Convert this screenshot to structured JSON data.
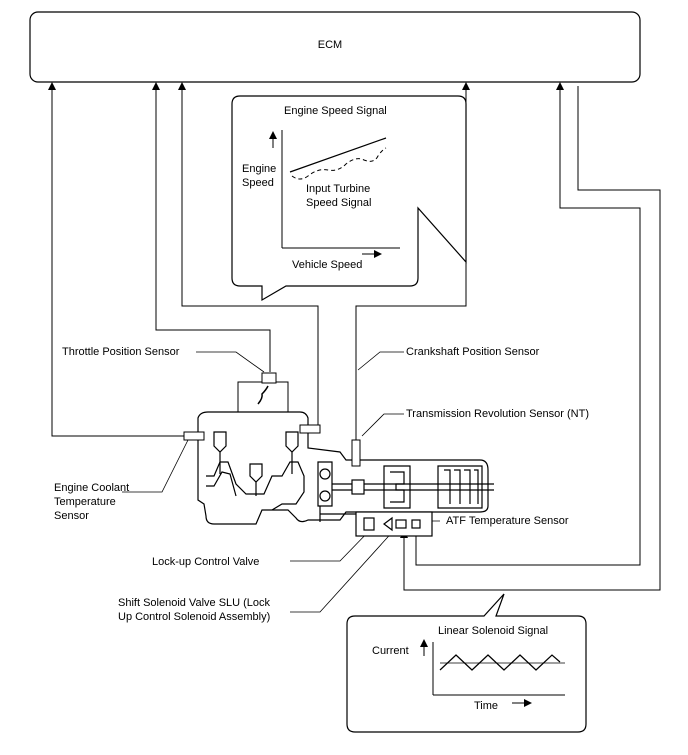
{
  "ecm": {
    "title": "ECM"
  },
  "engine_speed_panel": {
    "title": "Engine Speed Signal",
    "y_label": "Engine\nSpeed",
    "x_label": "Vehicle Speed",
    "curve_label": "Input Turbine\nSpeed Signal"
  },
  "linear_solenoid_panel": {
    "title": "Linear Solenoid Signal",
    "y_label": "Current",
    "x_label": "Time"
  },
  "sensors": {
    "throttle_position": "Throttle Position Sensor",
    "crankshaft_position": "Crankshaft Position Sensor",
    "transmission_revolution": "Transmission Revolution Sensor (NT)",
    "engine_coolant": "Engine Coolant\nTemperature\nSensor",
    "atf_temperature": "ATF Temperature Sensor",
    "lockup_control_valve": "Lock-up Control Valve",
    "shift_solenoid": "Shift Solenoid Valve SLU (Lock\nUp Control Solenoid Assembly)"
  },
  "icons": {
    "arrow": "arrow-up-icon",
    "hydraulic": "hydraulic-circuit-icon"
  }
}
